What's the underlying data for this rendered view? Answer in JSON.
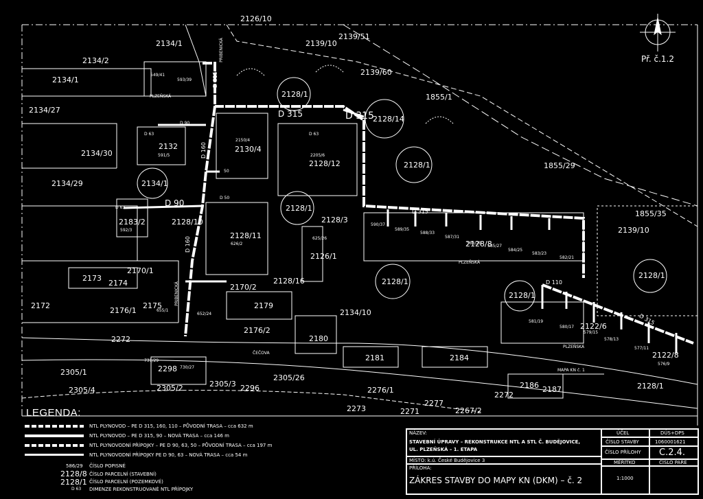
{
  "sheet_number": "Př. č.1.2",
  "parcels": [
    {
      "id": "p1",
      "text": "2134/1"
    },
    {
      "id": "p2",
      "text": "2134/2"
    },
    {
      "id": "p3",
      "text": "2134/1"
    },
    {
      "id": "p4",
      "text": "2134/27"
    },
    {
      "id": "p5",
      "text": "2134/30"
    },
    {
      "id": "p6",
      "text": "2134/29"
    },
    {
      "id": "p7",
      "text": "2126/10"
    },
    {
      "id": "p8",
      "text": "2139/10"
    },
    {
      "id": "p9",
      "text": "2139/51"
    },
    {
      "id": "p10",
      "text": "2139/60"
    },
    {
      "id": "p11",
      "text": "1855/1"
    },
    {
      "id": "p12",
      "text": "1855/29"
    },
    {
      "id": "p13",
      "text": "1855/35"
    },
    {
      "id": "p14",
      "text": "2139/10"
    },
    {
      "id": "p15",
      "text": "2128/1"
    },
    {
      "id": "p16",
      "text": "2128/14"
    },
    {
      "id": "p17",
      "text": "2128/1"
    },
    {
      "id": "p18",
      "text": "2130/4"
    },
    {
      "id": "p19",
      "text": "2128/12"
    },
    {
      "id": "p20",
      "text": "2132"
    },
    {
      "id": "p21",
      "text": "2134/1"
    },
    {
      "id": "p22",
      "text": "2183/2"
    },
    {
      "id": "p23",
      "text": "2128/10"
    },
    {
      "id": "p24",
      "text": "2128/11"
    },
    {
      "id": "p25",
      "text": "2128/1"
    },
    {
      "id": "p26",
      "text": "2128/3"
    },
    {
      "id": "p27",
      "text": "2126/1"
    },
    {
      "id": "p28",
      "text": "2128/16"
    },
    {
      "id": "p29",
      "text": "2128/1"
    },
    {
      "id": "p30",
      "text": "2128/1"
    },
    {
      "id": "p31",
      "text": "2128/1"
    },
    {
      "id": "p32",
      "text": "2128/8"
    },
    {
      "id": "p33",
      "text": "2170/1"
    },
    {
      "id": "p34",
      "text": "2173"
    },
    {
      "id": "p35",
      "text": "2174"
    },
    {
      "id": "p36",
      "text": "2172"
    },
    {
      "id": "p37",
      "text": "2176/1"
    },
    {
      "id": "p38",
      "text": "2175"
    },
    {
      "id": "p39",
      "text": "2170/2"
    },
    {
      "id": "p40",
      "text": "2179"
    },
    {
      "id": "p41",
      "text": "2176/2"
    },
    {
      "id": "p42",
      "text": "2134/10"
    },
    {
      "id": "p43",
      "text": "2180"
    },
    {
      "id": "p44",
      "text": "2181"
    },
    {
      "id": "p45",
      "text": "2184"
    },
    {
      "id": "p46",
      "text": "2272"
    },
    {
      "id": "p47",
      "text": "2305/1"
    },
    {
      "id": "p48",
      "text": "2298"
    },
    {
      "id": "p49",
      "text": "2305/2"
    },
    {
      "id": "p50",
      "text": "2305/3"
    },
    {
      "id": "p51",
      "text": "2305/26"
    },
    {
      "id": "p52",
      "text": "2296"
    },
    {
      "id": "p53",
      "text": "2305/4"
    },
    {
      "id": "p54",
      "text": "2276/1"
    },
    {
      "id": "p55",
      "text": "2272"
    },
    {
      "id": "p56",
      "text": "2186"
    },
    {
      "id": "p57",
      "text": "2187"
    },
    {
      "id": "p58",
      "text": "2277"
    },
    {
      "id": "p59",
      "text": "2267/2"
    },
    {
      "id": "p60",
      "text": "2271"
    },
    {
      "id": "p61",
      "text": "2273"
    },
    {
      "id": "p62",
      "text": "2122/6"
    },
    {
      "id": "p63",
      "text": "2122/8"
    },
    {
      "id": "p64",
      "text": "2128/1"
    }
  ],
  "building_numbers": [
    {
      "id": "b1",
      "text": "549/41"
    },
    {
      "id": "b2",
      "text": "593/39"
    },
    {
      "id": "b3",
      "text": "591/5"
    },
    {
      "id": "b4",
      "text": "2150/4"
    },
    {
      "id": "b5",
      "text": "2205/6"
    },
    {
      "id": "b6",
      "text": "592/3"
    },
    {
      "id": "b7",
      "text": "626/2"
    },
    {
      "id": "b8",
      "text": "590/37"
    },
    {
      "id": "b9",
      "text": "589/35"
    },
    {
      "id": "b10",
      "text": "588/33"
    },
    {
      "id": "b11",
      "text": "587/31"
    },
    {
      "id": "b12",
      "text": "586/29"
    },
    {
      "id": "b13",
      "text": "585/27"
    },
    {
      "id": "b14",
      "text": "584/25"
    },
    {
      "id": "b15",
      "text": "583/23"
    },
    {
      "id": "b16",
      "text": "582/21"
    },
    {
      "id": "b17",
      "text": "581/19"
    },
    {
      "id": "b18",
      "text": "580/17"
    },
    {
      "id": "b19",
      "text": "579/15"
    },
    {
      "id": "b20",
      "text": "578/13"
    },
    {
      "id": "b21",
      "text": "577/11"
    },
    {
      "id": "b22",
      "text": "576/9"
    },
    {
      "id": "b23",
      "text": "731/29"
    },
    {
      "id": "b24",
      "text": "730/27"
    },
    {
      "id": "b25",
      "text": "655/1"
    },
    {
      "id": "b26",
      "text": "652/24"
    },
    {
      "id": "b27",
      "text": "625/26"
    }
  ],
  "pipe_labels": [
    {
      "id": "d1",
      "text": "D 315"
    },
    {
      "id": "d2",
      "text": "D 315"
    },
    {
      "id": "d3",
      "text": "D 315"
    },
    {
      "id": "d4",
      "text": "D 315"
    },
    {
      "id": "d5",
      "text": "D 315"
    },
    {
      "id": "d6",
      "text": "D 160"
    },
    {
      "id": "d7",
      "text": "D 160"
    },
    {
      "id": "d8",
      "text": "D 90"
    },
    {
      "id": "d9",
      "text": "D 110"
    },
    {
      "id": "d10",
      "text": "D 90"
    },
    {
      "id": "d11",
      "text": "D 63"
    },
    {
      "id": "d12",
      "text": "50"
    },
    {
      "id": "d13",
      "text": "D 50"
    },
    {
      "id": "d14",
      "text": "D 63"
    },
    {
      "id": "d15",
      "text": "D 63"
    }
  ],
  "street_labels": [
    {
      "id": "s1",
      "text": "PLZEŇSKÁ"
    },
    {
      "id": "s2",
      "text": "PRIBENICKÁ"
    },
    {
      "id": "s3",
      "text": "PLZEŇSKÁ"
    },
    {
      "id": "s4",
      "text": "PRIBENICKÁ"
    },
    {
      "id": "s5",
      "text": "PLZEŇSKÁ"
    },
    {
      "id": "s6",
      "text": "ČEČOVA"
    }
  ],
  "map_note": "MAPA KN č. 1",
  "legend": {
    "title": "LEGENDA:",
    "lines": [
      "NTL PLYNOVOD – PE D 315, 160, 110 – PŮVODNÍ TRASA – cca 632 m",
      "NTL PLYNOVOD – PE D 315, 90 – NOVÁ TRASA – cca 146 m",
      "NTL PLYNOVODNÍ PŘÍPOJKY – PE D 90, 63, 50 – PŮVODNÍ TRASA – cca 197 m",
      "NTL PLYNOVODNÍ PŘÍPOJKY PE D 90, 63 – NOVÁ TRASA – cca 54 m"
    ],
    "symbols": [
      {
        "sym": "586/29",
        "text": "ČÍSLO POPISNÉ"
      },
      {
        "sym": "2128/8",
        "text": "ČÍSLO PARCELNÍ (STAVEBNÍ)"
      },
      {
        "sym": "2128/1",
        "text": "ČÍSLO PARCELNÍ (POZEMKOVÉ)"
      },
      {
        "sym": "D 63",
        "text": "DIMENZE REKONSTRUOVANÉ NTL PŘÍPOJKY"
      }
    ]
  },
  "title_block": {
    "nazev_label": "NÁZEV:",
    "nazev_line1": "STAVEBNÍ ÚPRAVY – REKONSTRUKCE NTL A STL Č. BUDĚJOVICE,",
    "nazev_line2": "UL. PLZEŇSKÁ – 1. ETAPA",
    "misto": "MÍSTO:  k.ú. České Budějovice 3",
    "priloha_label": "PŘÍLOHA:",
    "priloha": "ZÁKRES STAVBY DO MAPY KN (DKM) – č. 2",
    "ucel_label": "ÚČEL",
    "ucel": "DÚS+DPS",
    "cislo_stavby_label": "ČÍSLO STAVBY",
    "cislo_stavby": "1060001621",
    "cislo_prilohy_label": "ČÍSLO PŘÍLOHY",
    "cislo_prilohy": "C.2.4.",
    "meritko_label": "MĚŘÍTKO",
    "meritko": "1:1000",
    "cislo_pare_label": "ČÍSLO PARE"
  },
  "colors": {
    "background": "#000000",
    "ink": "#ffffff"
  }
}
